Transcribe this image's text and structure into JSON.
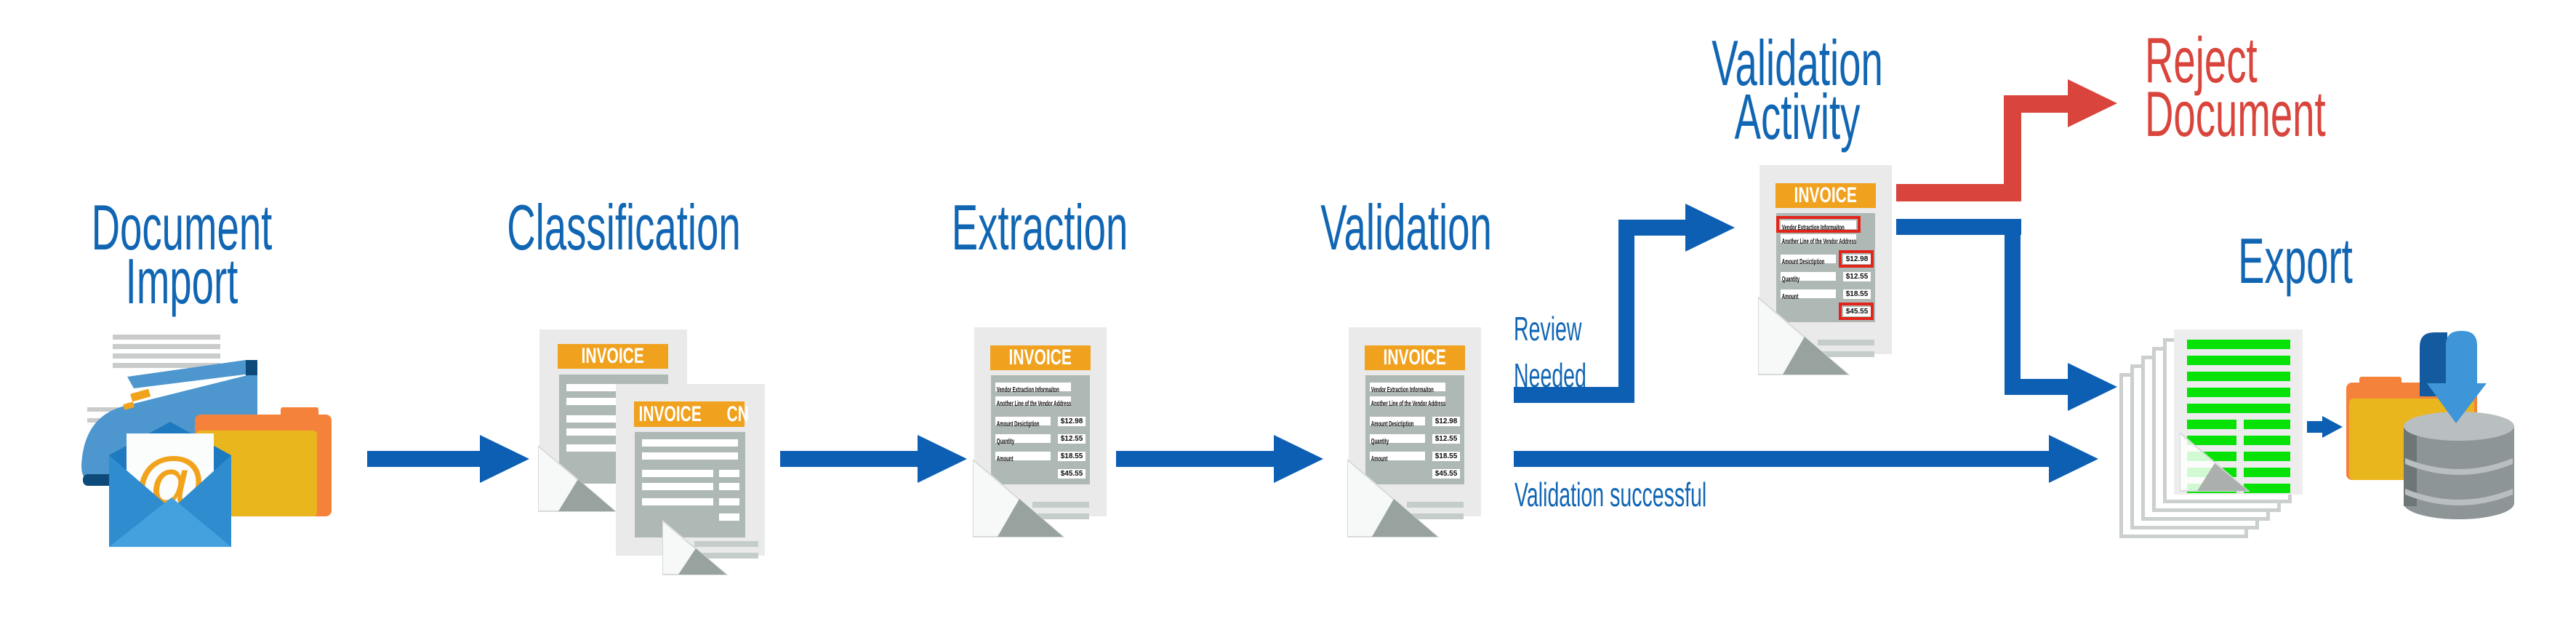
{
  "stages": {
    "import": {
      "line1": "Document",
      "line2": "Import"
    },
    "classification": {
      "label": "Classification"
    },
    "extraction": {
      "label": "Extraction"
    },
    "validation": {
      "label": "Validation"
    },
    "activity": {
      "line1": "Validation",
      "line2": "Activity"
    },
    "export": {
      "label": "Export"
    }
  },
  "outcome": {
    "reject_line1": "Reject",
    "reject_line2": "Document"
  },
  "edges": {
    "review_line1": "Review",
    "review_line2": "Needed",
    "success": "Validation successful"
  },
  "invoice": {
    "title": "INVOICE",
    "cn_suffix": "CN",
    "rows": [
      {
        "label": "Vendor Extraction Informaiton",
        "value": ""
      },
      {
        "label": "Another Line of the Vendor Address",
        "value": ""
      },
      {
        "label": "Amount Desictiption",
        "value": "$12.98"
      },
      {
        "label": "Quantity",
        "value": "$12.55"
      },
      {
        "label": "Amount",
        "value": "$18.55"
      },
      {
        "label": "",
        "value": "$45.55"
      }
    ]
  },
  "icons": {
    "at_symbol": "@"
  },
  "colors": {
    "label_blue": "#1166B4",
    "arrow_blue": "#0D5FB3",
    "reject_red": "#D9453C",
    "invoice_orange": "#F0A11E",
    "folder_orange": "#F5823A",
    "folder_gold": "#EAB61E",
    "highlight_green": "#06E206",
    "invoice_body_gray": "#AEB8B4",
    "page_gray": "#E9EAE9",
    "error_box_red": "#E1251B"
  }
}
